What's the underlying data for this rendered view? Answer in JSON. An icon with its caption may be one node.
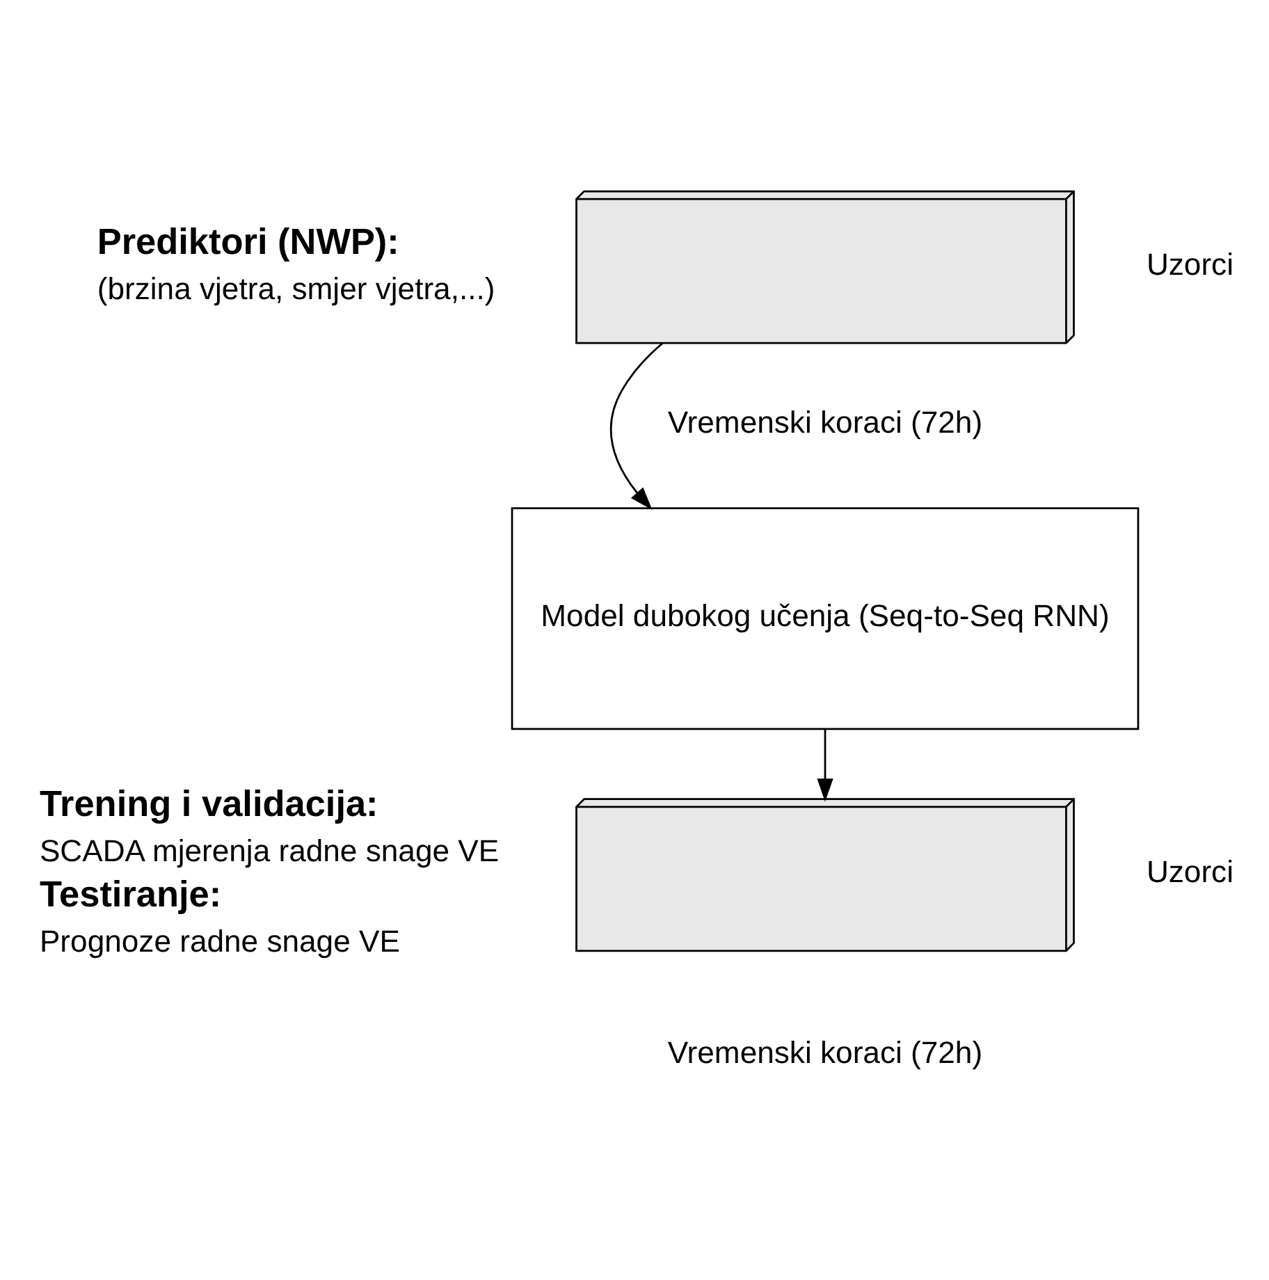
{
  "diagram": {
    "nodes": [
      {
        "text": [],
        "shape": "box"
      },
      {
        "text": [
          "Model dubokog učenja (Seq-to-Seq RNN)"
        ]
      },
      {
        "text": [],
        "shape": "box"
      }
    ],
    "edges": [
      {
        "from": 0,
        "to": 1,
        "arrow": "to"
      },
      {
        "from": 1,
        "to": 2,
        "arrow": "to"
      }
    ],
    "labels": [
      "Prediktori (NWP):",
      "(brzina vjetra, smjer vjetra,...)",
      "Uzorci",
      "Vremenski koraci (72h)",
      "Trening i validacija:",
      "SCADA mjerenja radne snage VE",
      "Testiranje:",
      "Prognoze radne snage VE",
      "Uzorci",
      "Vremenski koraci (72h)"
    ]
  }
}
